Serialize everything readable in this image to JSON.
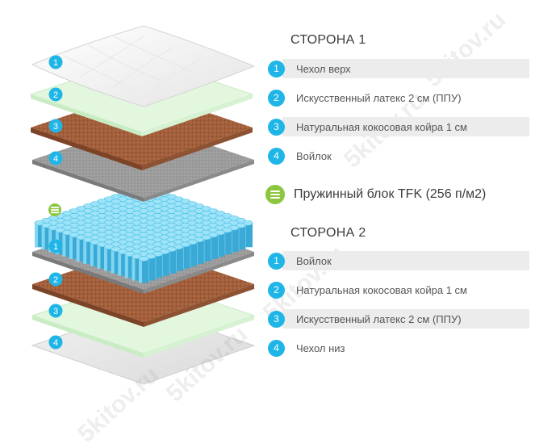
{
  "side1": {
    "title": "СТОРОНА 1",
    "items": [
      {
        "num": "1",
        "label": "Чехол верх"
      },
      {
        "num": "2",
        "label": "Искусственный латекс 2 см (ППУ)"
      },
      {
        "num": "3",
        "label": "Натуральная кокосовая койра 1 см"
      },
      {
        "num": "4",
        "label": "Войлок"
      }
    ]
  },
  "spring_block": {
    "label": "Пружинный блок TFK (256 п/м2)",
    "icon": "spring-block-icon"
  },
  "side2": {
    "title": "СТОРОНА 2",
    "items": [
      {
        "num": "1",
        "label": "Войлок"
      },
      {
        "num": "2",
        "label": "Натуральная кокосовая койра 1 см"
      },
      {
        "num": "3",
        "label": "Искусственный латекс 2 см (ППУ)"
      },
      {
        "num": "4",
        "label": "Чехол низ"
      }
    ]
  },
  "layer_badges": {
    "top": [
      "1",
      "2",
      "3",
      "4"
    ],
    "bottom": [
      "1",
      "2",
      "3",
      "4"
    ]
  },
  "watermark": "5kitov.ru",
  "colors": {
    "badge": "#1fb6e7",
    "spring_icon": "#8cc63f",
    "spring": "#4cc3e8",
    "coconut": "#a0603e",
    "felt": "#9b9b9b",
    "latex": "#dff5dc",
    "cover": "#f5f5f5"
  }
}
